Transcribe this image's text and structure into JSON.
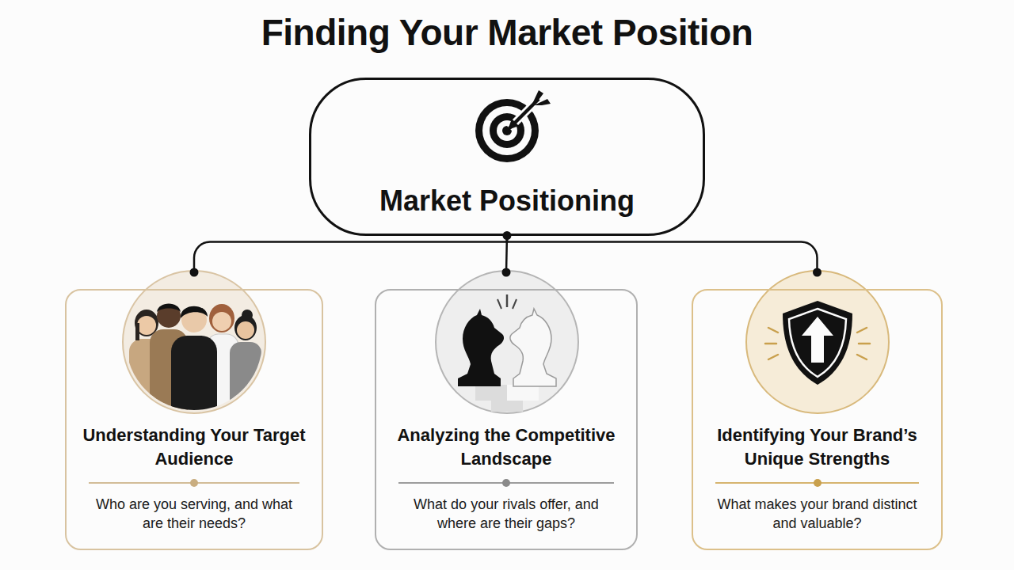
{
  "diagram": {
    "title": "Finding Your Market Position",
    "nodes": [
      {
        "text": [
          "Market Positioning"
        ]
      },
      {
        "text": [
          "Understanding Your Target Audience",
          "Who are you serving, and what are their needs?"
        ]
      },
      {
        "text": [
          "Analyzing the Competitive Landscape",
          "What do your rivals offer, and where are their gaps?"
        ]
      },
      {
        "text": [
          "Identifying Your Brand’s Unique Strengths",
          "What makes your brand distinct and valuable?"
        ]
      }
    ],
    "edges": [
      {
        "from": 0,
        "to": 1,
        "arrow": "none"
      },
      {
        "from": 0,
        "to": 2,
        "arrow": "none"
      },
      {
        "from": 0,
        "to": 3,
        "arrow": "none"
      }
    ]
  }
}
